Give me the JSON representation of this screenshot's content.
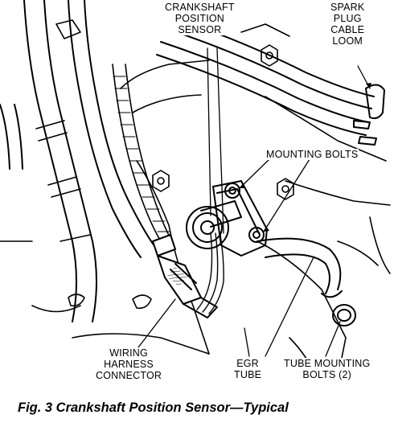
{
  "labels": {
    "crank_sensor": "CRANKSHAFT\nPOSITION\nSENSOR",
    "spark_loom": "SPARK\nPLUG\nCABLE\nLOOM",
    "mounting_bolts": "MOUNTING BOLTS",
    "wiring_connector": "WIRING\nHARNESS\nCONNECTOR",
    "egr_tube": "EGR\nTUBE",
    "tube_bolts": "TUBE MOUNTING\nBOLTS (2)"
  },
  "caption": "Fig. 3 Crankshaft Position Sensor—Typical"
}
